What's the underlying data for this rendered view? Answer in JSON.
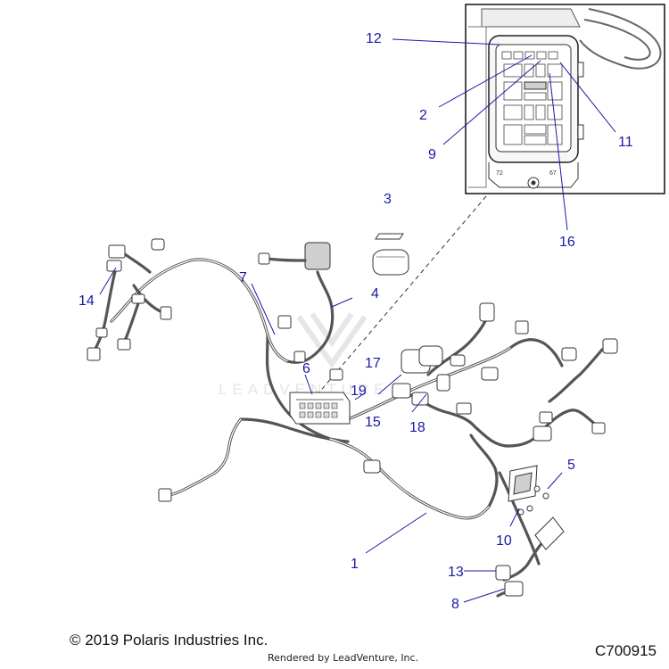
{
  "callouts": [
    {
      "id": "c1",
      "label": "1"
    },
    {
      "id": "c2",
      "label": "2"
    },
    {
      "id": "c3",
      "label": "3"
    },
    {
      "id": "c4",
      "label": "4"
    },
    {
      "id": "c5",
      "label": "5"
    },
    {
      "id": "c6",
      "label": "6"
    },
    {
      "id": "c7",
      "label": "7"
    },
    {
      "id": "c8",
      "label": "8"
    },
    {
      "id": "c9",
      "label": "9"
    },
    {
      "id": "c10",
      "label": "10"
    },
    {
      "id": "c11",
      "label": "11"
    },
    {
      "id": "c12",
      "label": "12"
    },
    {
      "id": "c13",
      "label": "13"
    },
    {
      "id": "c14",
      "label": "14"
    },
    {
      "id": "c15",
      "label": "15"
    },
    {
      "id": "c16",
      "label": "16"
    },
    {
      "id": "c17",
      "label": "17"
    },
    {
      "id": "c18",
      "label": "18"
    },
    {
      "id": "c19",
      "label": "19"
    }
  ],
  "inset": {
    "connector_marks": [
      "72",
      "67"
    ]
  },
  "watermark": "LEADVENTURE",
  "footer": {
    "copyright": "© 2019 Polaris Industries Inc.",
    "rendered_by": "Rendered by LeadVenture, Inc.",
    "drawing_id": "C700915"
  },
  "colors": {
    "callout": "#1a1aa6",
    "line": "#333333"
  }
}
